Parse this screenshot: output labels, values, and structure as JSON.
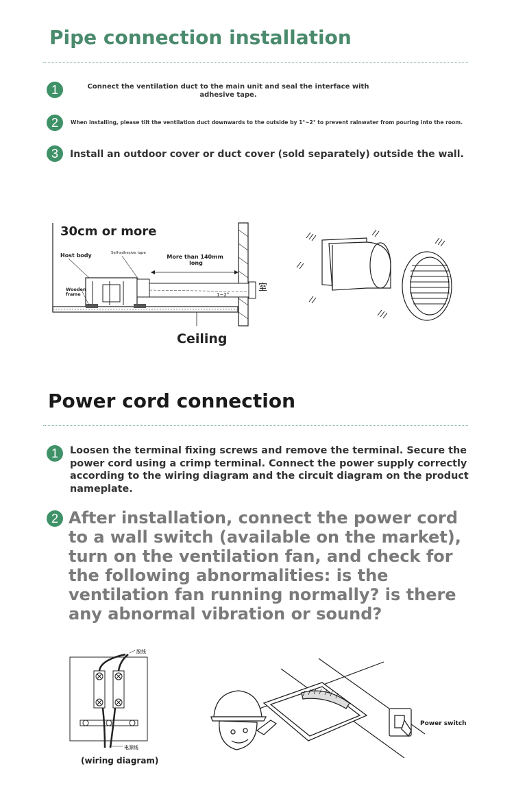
{
  "section1": {
    "title": "Pipe connection installation",
    "steps": [
      {
        "num": "1",
        "text": "Connect the ventilation duct to the main unit and seal the interface with adhesive tape."
      },
      {
        "num": "2",
        "text": "When installing, please tilt the ventilation duct downwards to the outside by 1°~2° to prevent rainwater from pouring into the room."
      },
      {
        "num": "3",
        "text": "Install an outdoor cover or duct cover (sold separately) outside the wall."
      }
    ],
    "diagram": {
      "label_30cm": "30cm or more",
      "label_host": "Host body",
      "label_tape": "Self-adhesive tape",
      "label_140": "More than 140mm long",
      "label_wooden": "Wooden frame",
      "label_angle": "1~2°",
      "label_room": "室",
      "label_ceiling": "Ceiling"
    }
  },
  "section2": {
    "title": "Power cord connection",
    "steps": [
      {
        "num": "1",
        "text": "Loosen the terminal fixing screws and remove the terminal. Secure the power cord using a crimp terminal. Connect the power supply correctly according to the wiring diagram and the circuit diagram on the product nameplate."
      },
      {
        "num": "2",
        "text": "After installation, connect the power cord to a wall switch (available on the market), turn on the ventilation fan, and check for the following abnormalities: is the ventilation fan running normally? is there any abnormal vibration or sound?"
      }
    ],
    "wiring": {
      "label_top": "股线",
      "label_bottom": "电源线",
      "caption": "(wiring diagram)"
    },
    "switch_label": "Power switch"
  }
}
